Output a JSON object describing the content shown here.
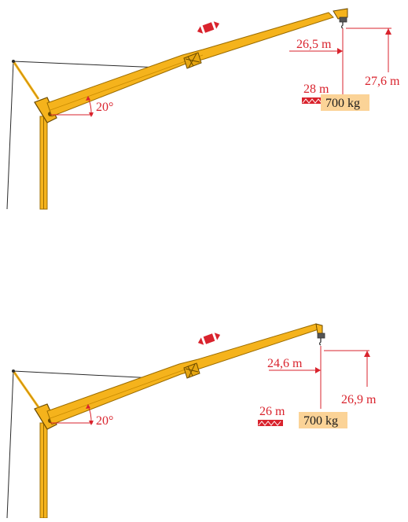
{
  "palette": {
    "boom": "#f5b31c",
    "boom_outline": "#9b6c00",
    "dimension": "#d9232d",
    "load_box": "#fbd397",
    "cable": "#2a2a2a"
  },
  "diagrams": [
    {
      "angle": "20°",
      "radius": "26,5 m",
      "hook_height": "27,6 m",
      "boom_length": "28 m",
      "load": "700 kg"
    },
    {
      "angle": "20°",
      "radius": "24,6 m",
      "hook_height": "26,9 m",
      "boom_length": "26 m",
      "load": "700 kg"
    }
  ],
  "icons": {
    "telescoping": "telescope-arrows-icon",
    "boom_section": "lattice-section-icon"
  }
}
